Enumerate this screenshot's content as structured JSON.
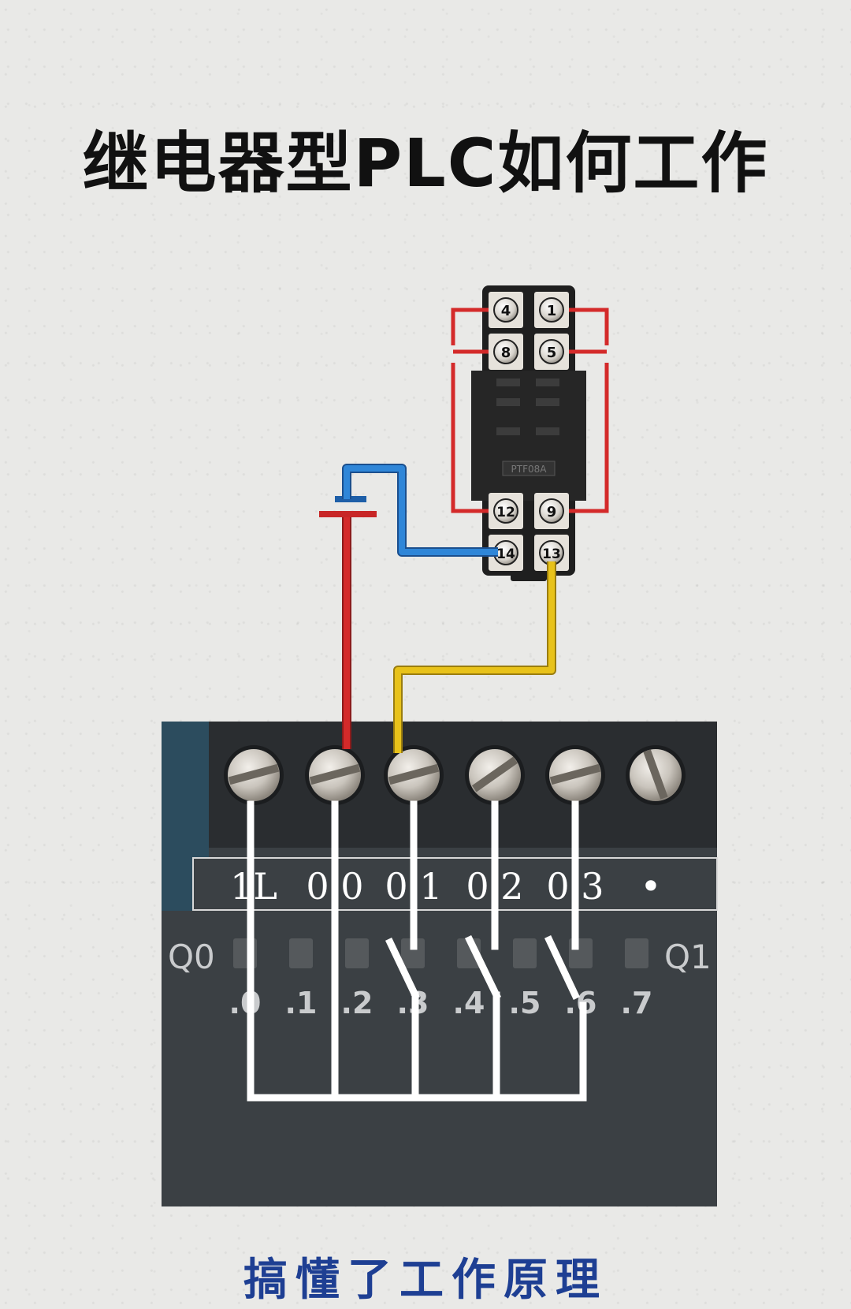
{
  "title": "继电器型PLC如何工作",
  "footer": "搞懂了工作原理",
  "relay_base": {
    "model_text": "PTF08A",
    "pins": [
      "4",
      "1",
      "8",
      "5",
      "12",
      "9",
      "14",
      "13"
    ]
  },
  "plc": {
    "terminal_labels": [
      "1L",
      "0.0",
      "0.1",
      "0.2",
      "0.3",
      "•"
    ],
    "led_group_left": "Q0",
    "led_group_right": "Q1",
    "led_labels": [
      ".0",
      ".1",
      ".2",
      ".3",
      ".4",
      ".5",
      ".6",
      ".7"
    ]
  },
  "colors": {
    "wire_red": "#d42a2a",
    "wire_blue": "#2f86d8",
    "wire_yellow": "#e8c21a",
    "internal_lines": "#ffffff",
    "panel": "#3b4044",
    "title_text": "#111111",
    "footer_text": "#1e3f93"
  }
}
